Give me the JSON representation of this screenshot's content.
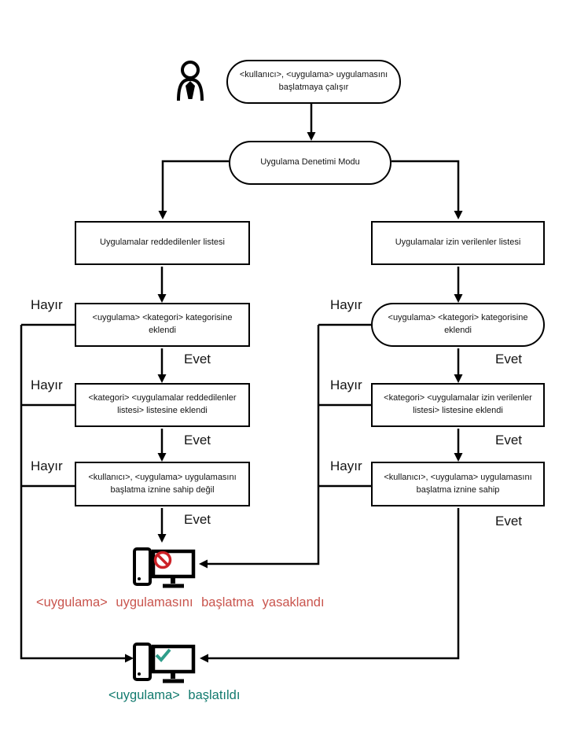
{
  "colors": {
    "line": "#000000",
    "blocked_text": "#c9544d",
    "started_text": "#127a6e",
    "prohibit_icon": "#cc2127",
    "check_icon": "#2f9e8b"
  },
  "labels": {
    "yes": "Evet",
    "no": "Hayır"
  },
  "nodes": {
    "start": "<kullanıcı>, <uygulama> uygulamasını başlatmaya çalışır",
    "mode": "Uygulama Denetimi Modu",
    "denylist": "Uygulamalar reddedilenler listesi",
    "allowlist": "Uygulamalar izin verilenler listesi",
    "deny_category": "<uygulama> <kategori> kategorisine eklendi",
    "allow_category": "<uygulama> <kategori> kategorisine eklendi",
    "deny_added": "<kategori> <uygulamalar reddedilenler listesi> listesine eklendi",
    "allow_added": "<kategori> <uygulamalar izin verilenler listesi> listesine eklendi",
    "deny_permission": "<kullanıcı>, <uygulama> uygulamasını başlatma iznine sahip değil",
    "allow_permission": "<kullanıcı>, <uygulama> uygulamasını başlatma iznine sahip"
  },
  "outcomes": {
    "blocked": "<uygulama> uygulamasını başlatma yasaklandı",
    "started": "<uygulama> başlatıldı"
  }
}
